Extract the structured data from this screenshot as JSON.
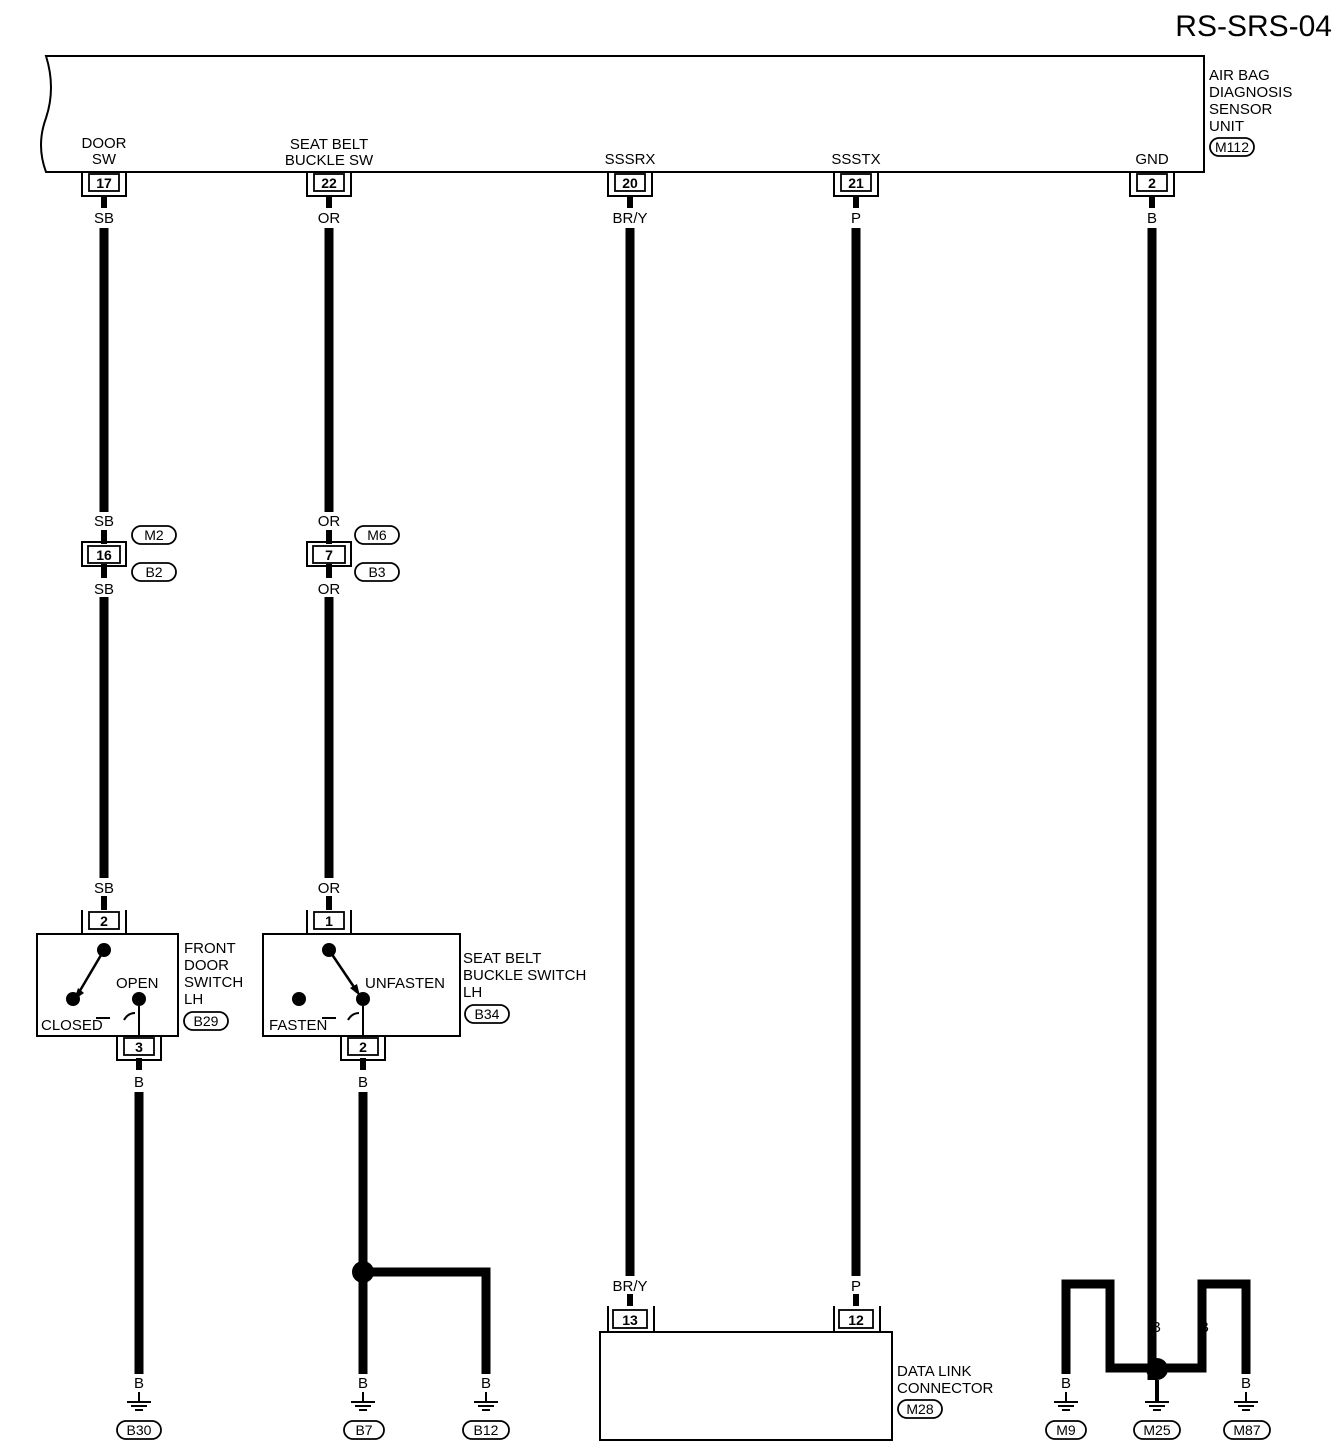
{
  "page_code": "RS-SRS-04",
  "unit": {
    "name_lines": [
      "AIR BAG",
      "DIAGNOSIS",
      "SENSOR",
      "UNIT"
    ],
    "connector": "M112",
    "terminals": [
      {
        "func_lines": [
          "DOOR",
          "SW"
        ],
        "pin": "17",
        "color": "SB"
      },
      {
        "func_lines": [
          "SEAT BELT",
          "BUCKLE SW"
        ],
        "pin": "22",
        "color": "OR"
      },
      {
        "func_lines": [
          "SSSRX"
        ],
        "pin": "20",
        "color": "BR/Y"
      },
      {
        "func_lines": [
          "SSSTX"
        ],
        "pin": "21",
        "color": "P"
      },
      {
        "func_lines": [
          "GND"
        ],
        "pin": "2",
        "color": "B"
      }
    ]
  },
  "joints": [
    {
      "pin": "16",
      "top_color": "SB",
      "bottom_color": "SB",
      "top_connector": "M2",
      "bottom_connector": "B2"
    },
    {
      "pin": "7",
      "top_color": "OR",
      "bottom_color": "OR",
      "top_connector": "M6",
      "bottom_connector": "B3"
    }
  ],
  "door_switch": {
    "name_lines": [
      "FRONT",
      "DOOR",
      "SWITCH",
      "LH"
    ],
    "connector": "B29",
    "in_pin": "2",
    "in_color": "SB",
    "out_pin": "3",
    "out_color": "B",
    "state_open": "OPEN",
    "state_closed": "CLOSED"
  },
  "buckle_switch": {
    "name_lines": [
      "SEAT BELT",
      "BUCKLE SWITCH",
      "LH"
    ],
    "connector": "B34",
    "in_pin": "1",
    "in_color": "OR",
    "out_pin": "2",
    "out_color": "B",
    "state_unfasten": "UNFASTEN",
    "state_fasten": "FASTEN"
  },
  "data_link": {
    "name_lines": [
      "DATA LINK",
      "CONNECTOR"
    ],
    "connector": "M28",
    "pins": [
      {
        "pin": "13",
        "color": "BR/Y"
      },
      {
        "pin": "12",
        "color": "P"
      }
    ]
  },
  "grounds": [
    {
      "connector": "B30",
      "color": "B"
    },
    {
      "connector": "B7",
      "color": "B"
    },
    {
      "connector": "B12",
      "color": "B"
    },
    {
      "connector": "M9",
      "color": "B"
    },
    {
      "connector": "M25",
      "color": "B"
    },
    {
      "connector": "M87",
      "color": "B"
    }
  ],
  "gnd_bus_colors": [
    "B",
    "B",
    "B"
  ],
  "ink_color": "#000000"
}
